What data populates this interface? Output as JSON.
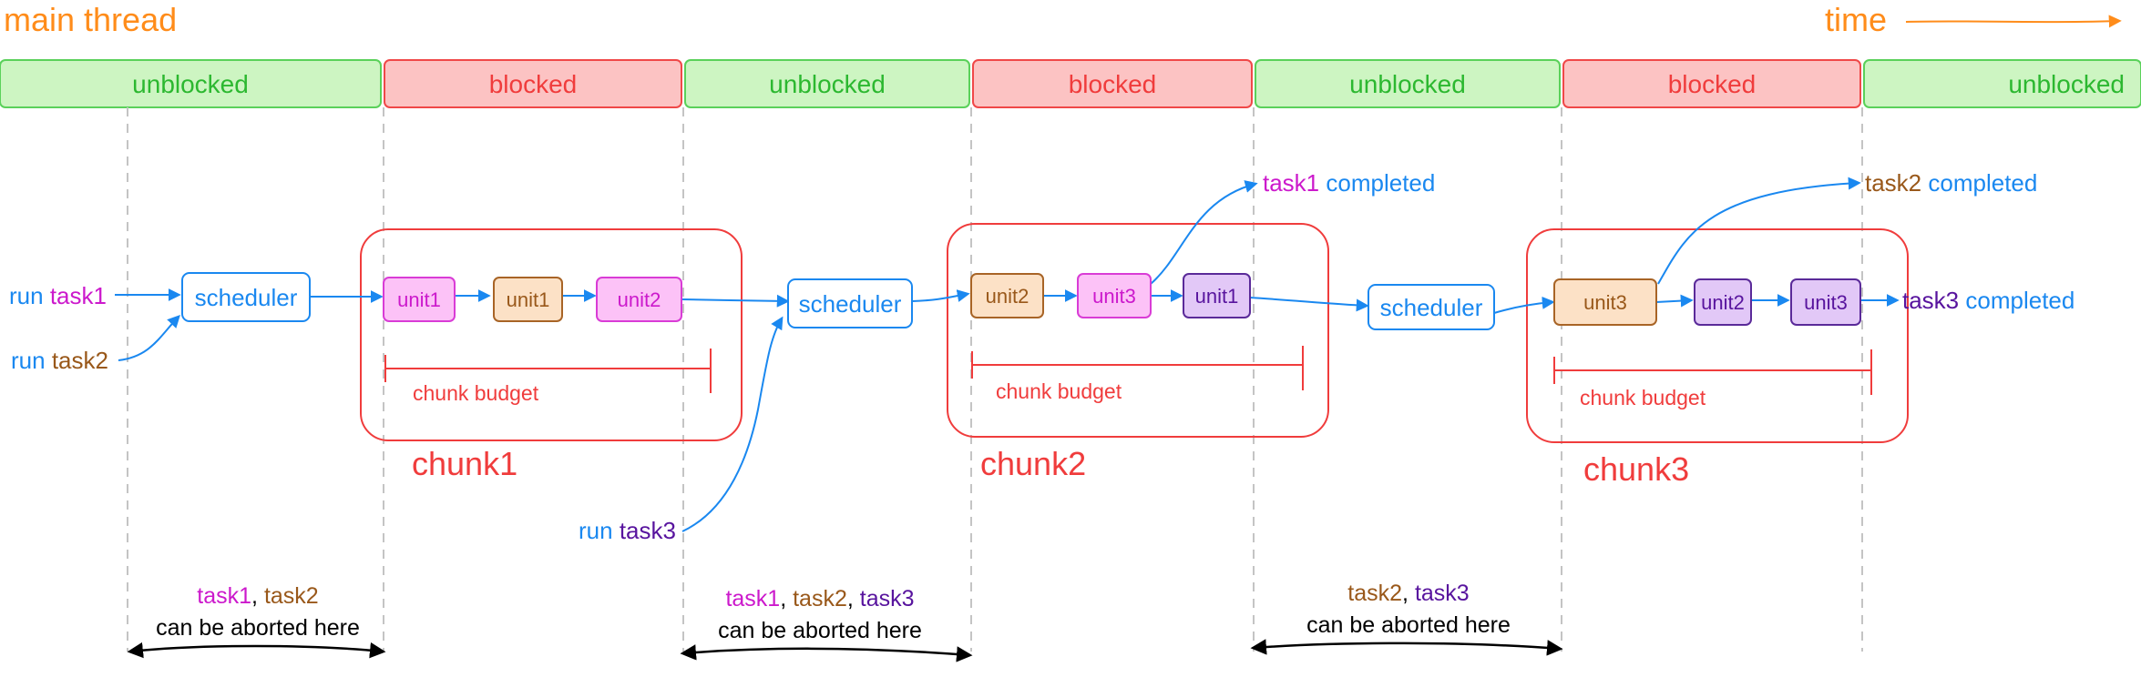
{
  "header": {
    "title": "main thread",
    "time_label": "time"
  },
  "colors": {
    "orange": "#ff8c1a",
    "blue": "#1a88f0",
    "red": "#f03c3c",
    "magenta": "#cc19cc",
    "brown": "#99581a",
    "purple": "#58149e",
    "green_fill": "#cdf5c2",
    "green_stroke": "#5ad15a",
    "green_text": "#2cb830",
    "red_fill": "#fcc3c3",
    "red_stroke": "#f04848",
    "pink_fill": "#fcc2f7",
    "pink_stroke": "#d93cd6",
    "peach_fill": "#fce1c6",
    "peach_stroke": "#a86426",
    "lav_fill": "#e2c8f7",
    "lav_stroke": "#5a2a99"
  },
  "timeline": [
    {
      "label": "unblocked",
      "state": "unblocked"
    },
    {
      "label": "blocked",
      "state": "blocked"
    },
    {
      "label": "unblocked",
      "state": "unblocked"
    },
    {
      "label": "blocked",
      "state": "blocked"
    },
    {
      "label": "unblocked",
      "state": "unblocked"
    },
    {
      "label": "blocked",
      "state": "blocked"
    },
    {
      "label": "unblocked",
      "state": "unblocked"
    }
  ],
  "runs": [
    {
      "prefix": "run ",
      "task": "task1",
      "task_color": "magenta"
    },
    {
      "prefix": "run ",
      "task": "task2",
      "task_color": "brown"
    },
    {
      "prefix": "run ",
      "task": "task3",
      "task_color": "purple"
    }
  ],
  "schedulers": [
    "scheduler",
    "scheduler",
    "scheduler"
  ],
  "chunks": [
    {
      "name": "chunk1",
      "budget": "chunk budget",
      "units": [
        {
          "label": "unit1",
          "kind": "pink"
        },
        {
          "label": "unit1",
          "kind": "peach"
        },
        {
          "label": "unit2",
          "kind": "pink"
        }
      ]
    },
    {
      "name": "chunk2",
      "budget": "chunk budget",
      "units": [
        {
          "label": "unit2",
          "kind": "peach"
        },
        {
          "label": "unit3",
          "kind": "pink"
        },
        {
          "label": "unit1",
          "kind": "lav"
        }
      ]
    },
    {
      "name": "chunk3",
      "budget": "chunk budget",
      "units": [
        {
          "label": "unit3",
          "kind": "peach"
        },
        {
          "label": "unit2",
          "kind": "lav"
        },
        {
          "label": "unit3",
          "kind": "lav"
        }
      ]
    }
  ],
  "completions": [
    {
      "task": "task1",
      "task_color": "magenta",
      "suffix": " completed"
    },
    {
      "task": "task2",
      "task_color": "brown",
      "suffix": " completed"
    },
    {
      "task": "task3",
      "task_color": "purple",
      "suffix": " completed"
    }
  ],
  "abort_windows": [
    {
      "tasks": [
        {
          "name": "task1",
          "color": "magenta"
        },
        {
          "name": "task2",
          "color": "brown"
        }
      ],
      "text": "can be aborted here"
    },
    {
      "tasks": [
        {
          "name": "task1",
          "color": "magenta"
        },
        {
          "name": "task2",
          "color": "brown"
        },
        {
          "name": "task3",
          "color": "purple"
        }
      ],
      "text": "can be aborted here"
    },
    {
      "tasks": [
        {
          "name": "task2",
          "color": "brown"
        },
        {
          "name": "task3",
          "color": "purple"
        }
      ],
      "text": "can be aborted here"
    }
  ]
}
